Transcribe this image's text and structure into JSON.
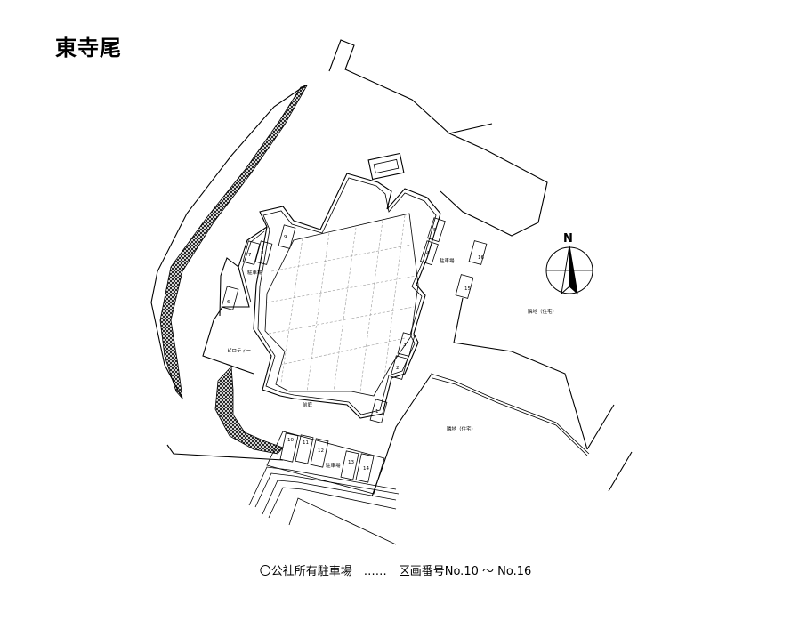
{
  "title": "東寺尾",
  "caption": "〇公社所有駐車場　……　区画番号No.10 〜 No.16",
  "labels": {
    "parking_left": "駐車場",
    "parking_right": "駐車場",
    "parking_bottom": "駐車場",
    "piloti": "ピロティー",
    "yard": "前庭",
    "neighbor_east": "隣地（住宅）",
    "neighbor_south": "隣地（住宅）"
  },
  "compass": {
    "label": "N"
  },
  "space_numbers": [
    "1",
    "2",
    "3",
    "4",
    "5",
    "6",
    "7",
    "8",
    "9",
    "10",
    "11",
    "12",
    "13",
    "14",
    "15",
    "16"
  ],
  "colors": {
    "line": "#000000",
    "grid": "#9a9a9a",
    "hatch": "#000000"
  }
}
